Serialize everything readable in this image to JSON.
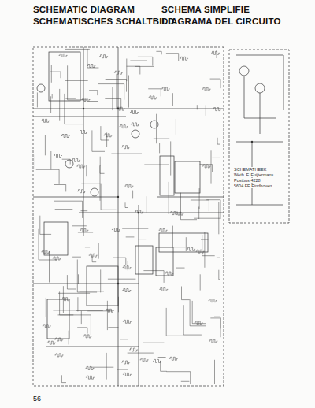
{
  "diagram": {
    "title": "SCHEMATIC DIAGRAM",
    "labels": [
      "SCHEMA SIMPLIFIE",
      "SCHEMATISCHES SCHALTBILD",
      "DIAGRAMA DEL CIRCUITO",
      "SCHEMATHEEK",
      "Weth. F. Fuijtermans",
      "Postbus 4228",
      "5604 FE Eindhoven",
      "56"
    ]
  }
}
